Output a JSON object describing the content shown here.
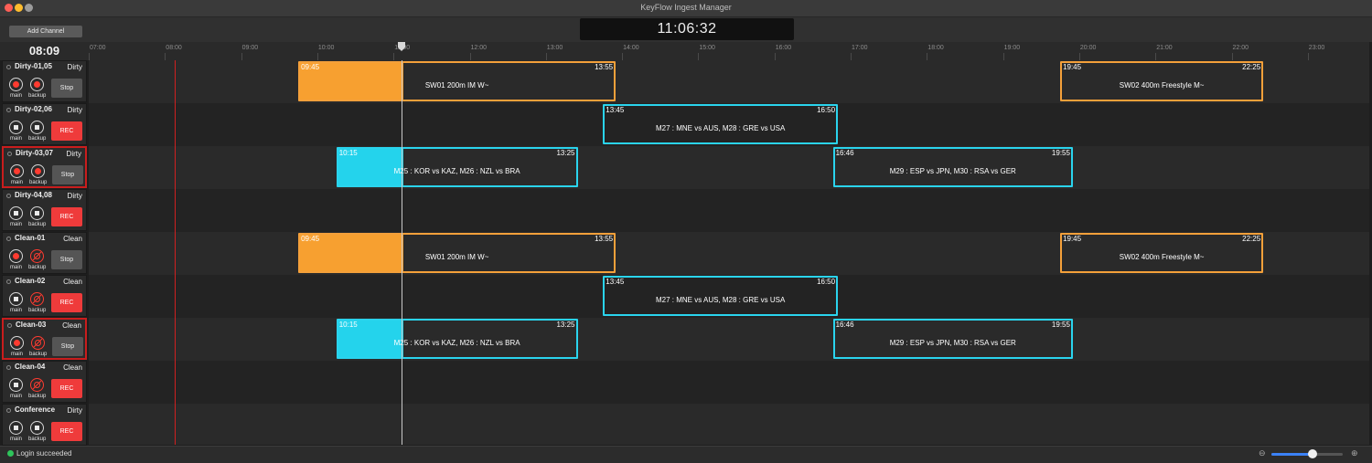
{
  "window": {
    "title": "KeyFlow Ingest Manager"
  },
  "toolbar": {
    "add_channel_label": "Add Channel",
    "clock": "11:06:32"
  },
  "left_clock": "08:09",
  "ruler": {
    "ticks": [
      "07:00",
      "08:00",
      "09:00",
      "10:00",
      "11:00",
      "12:00",
      "13:00",
      "14:00",
      "15:00",
      "16:00",
      "17:00",
      "18:00",
      "19:00",
      "20:00",
      "21:00",
      "22:00",
      "23:00"
    ]
  },
  "timeline": {
    "current_time": "11:06",
    "marker_time": "08:08"
  },
  "channels": [
    {
      "name": "Dirty-01,05",
      "type": "Dirty",
      "main": "recording",
      "backup": "recording",
      "action": "Stop",
      "selected": false
    },
    {
      "name": "Dirty-02,06",
      "type": "Dirty",
      "main": "stopped",
      "backup": "stopped",
      "action": "REC",
      "selected": false
    },
    {
      "name": "Dirty-03,07",
      "type": "Dirty",
      "main": "recording",
      "backup": "recording",
      "action": "Stop",
      "selected": true
    },
    {
      "name": "Dirty-04,08",
      "type": "Dirty",
      "main": "stopped",
      "backup": "stopped",
      "action": "REC",
      "selected": false
    },
    {
      "name": "Clean-01",
      "type": "Clean",
      "main": "recording",
      "backup": "disabled",
      "action": "Stop",
      "selected": false
    },
    {
      "name": "Clean-02",
      "type": "Clean",
      "main": "stopped",
      "backup": "disabled",
      "action": "REC",
      "selected": false
    },
    {
      "name": "Clean-03",
      "type": "Clean",
      "main": "recording",
      "backup": "disabled",
      "action": "Stop",
      "selected": true
    },
    {
      "name": "Clean-04",
      "type": "Clean",
      "main": "stopped",
      "backup": "disabled",
      "action": "REC",
      "selected": false
    },
    {
      "name": "Conference",
      "type": "Dirty",
      "main": "stopped",
      "backup": "stopped",
      "action": "REC",
      "selected": false
    }
  ],
  "record_labels": {
    "main": "main",
    "backup": "backup"
  },
  "events": [
    {
      "row": 0,
      "start": "09:45",
      "end": "13:55",
      "title": "SW01 200m IM W~",
      "color": "orange",
      "progress_until": "11:06"
    },
    {
      "row": 0,
      "start": "19:45",
      "end": "22:25",
      "title": "SW02 400m Freestyle M~",
      "color": "orange",
      "progress_until": null
    },
    {
      "row": 1,
      "start": "13:45",
      "end": "16:50",
      "title": "M27 : MNE vs AUS, M28 : GRE vs USA",
      "color": "cyan",
      "progress_until": null
    },
    {
      "row": 2,
      "start": "10:15",
      "end": "13:25",
      "title": "M25 : KOR vs KAZ, M26 : NZL vs BRA",
      "color": "cyan",
      "progress_until": "11:06"
    },
    {
      "row": 2,
      "start": "16:46",
      "end": "19:55",
      "title": "M29 : ESP vs JPN, M30 : RSA vs GER",
      "color": "cyan",
      "progress_until": null
    },
    {
      "row": 4,
      "start": "09:45",
      "end": "13:55",
      "title": "SW01 200m IM W~",
      "color": "orange",
      "progress_until": "11:06"
    },
    {
      "row": 4,
      "start": "19:45",
      "end": "22:25",
      "title": "SW02 400m Freestyle M~",
      "color": "orange",
      "progress_until": null
    },
    {
      "row": 5,
      "start": "13:45",
      "end": "16:50",
      "title": "M27 : MNE vs AUS, M28 : GRE vs USA",
      "color": "cyan",
      "progress_until": null
    },
    {
      "row": 6,
      "start": "10:15",
      "end": "13:25",
      "title": "M25 : KOR vs KAZ, M26 : NZL vs BRA",
      "color": "cyan",
      "progress_until": "11:06"
    },
    {
      "row": 6,
      "start": "16:46",
      "end": "19:55",
      "title": "M29 : ESP vs JPN, M30 : RSA vs GER",
      "color": "cyan",
      "progress_until": null
    }
  ],
  "status": {
    "text": "Login succeeded"
  },
  "zoom": {
    "level": 0.58,
    "out_icon": "zoom-out-icon",
    "in_icon": "zoom-in-icon"
  },
  "colors": {
    "orange": "#f7a030",
    "cyan": "#24d3ec",
    "record_red": "#ff3b30",
    "rec_button": "#ef3b3b",
    "status_ok": "#2ec45b"
  }
}
